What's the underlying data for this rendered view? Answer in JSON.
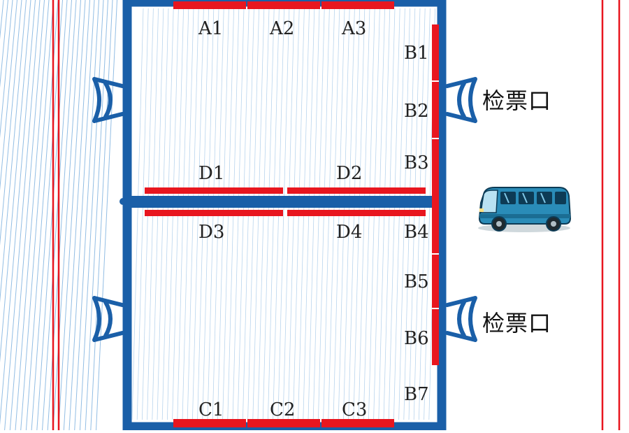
{
  "gate_label": "检票口",
  "colors": {
    "wall": "#1a5fa8",
    "door": "#e8161f",
    "lane": "#e8161f",
    "hatch": "#7fb2e0",
    "bus": "#2a8cb8"
  },
  "top_doors": [
    "A1",
    "A2",
    "A3"
  ],
  "bottom_doors": [
    "C1",
    "C2",
    "C3"
  ],
  "right_doors": [
    "B1",
    "B2",
    "B3",
    "B4",
    "B5",
    "B6",
    "B7"
  ],
  "middle_upper_doors": [
    "D1",
    "D2"
  ],
  "middle_lower_doors": [
    "D3",
    "D4"
  ],
  "icons": {
    "bus": "bus-icon",
    "gate": "turnstile-icon"
  }
}
